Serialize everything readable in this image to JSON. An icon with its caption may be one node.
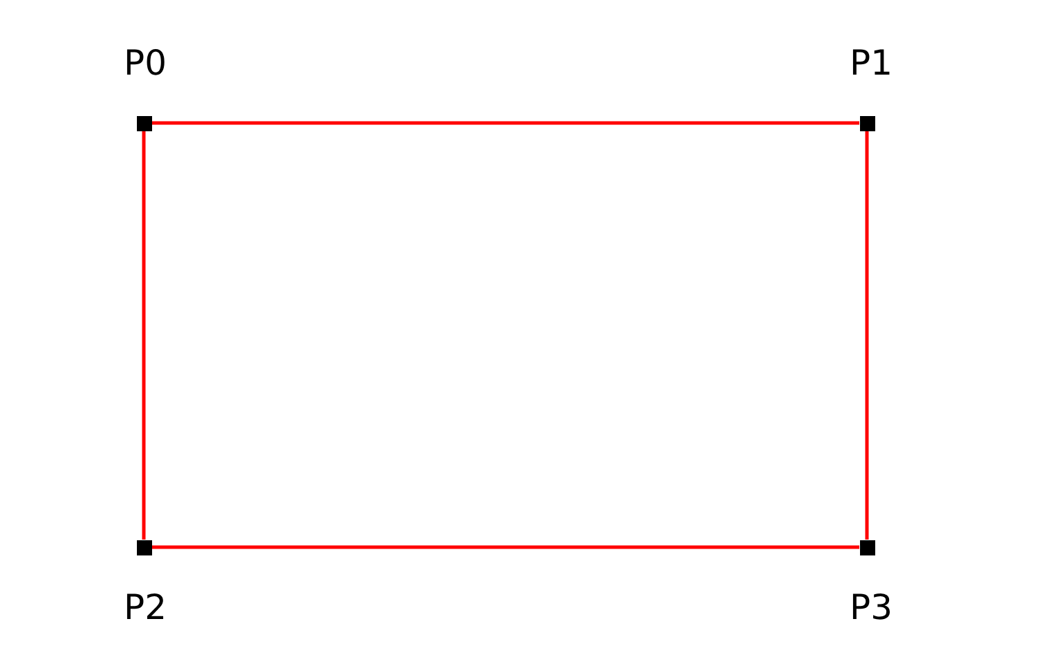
{
  "diagram": {
    "nodes": [
      {
        "text": [
          "P0"
        ]
      },
      {
        "text": [
          "P1"
        ]
      },
      {
        "text": [
          "P2"
        ]
      },
      {
        "text": [
          "P3"
        ]
      }
    ],
    "edges": [
      {
        "from": 0,
        "to": 1,
        "arrow": "none"
      },
      {
        "from": 1,
        "to": 3,
        "arrow": "none"
      },
      {
        "from": 3,
        "to": 2,
        "arrow": "none"
      },
      {
        "from": 2,
        "to": 0,
        "arrow": "none"
      }
    ]
  }
}
